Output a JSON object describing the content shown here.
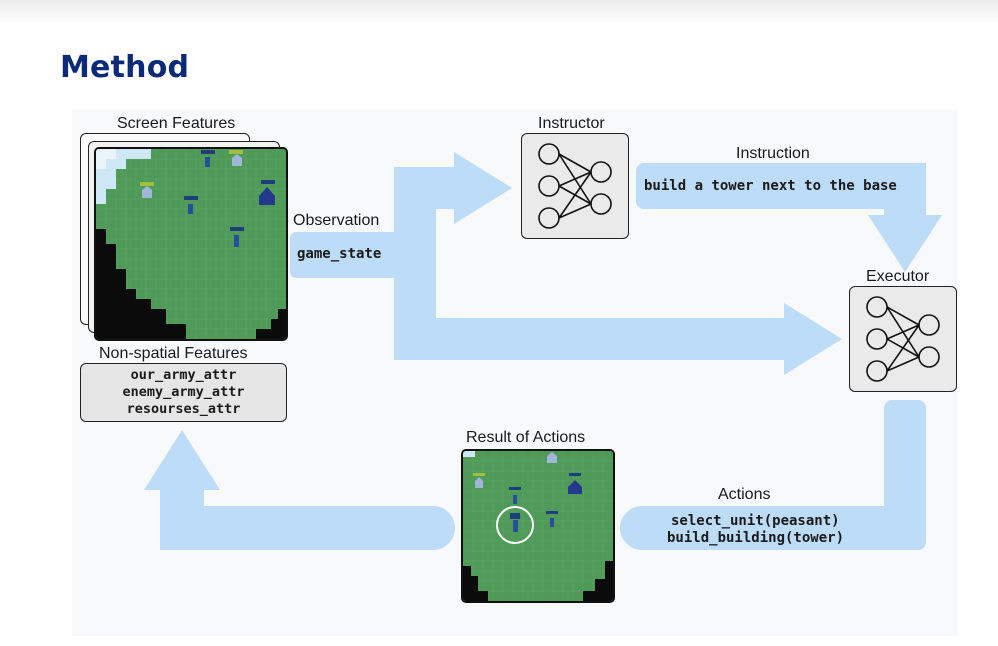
{
  "slide": {
    "title": "Method"
  },
  "labels": {
    "screen_features": "Screen Features",
    "non_spatial_features": "Non-spatial Features",
    "observation": "Observation",
    "instructor": "Instructor",
    "instruction": "Instruction",
    "executor": "Executor",
    "result_of_actions": "Result of Actions",
    "actions": "Actions"
  },
  "code": {
    "game_state": "game_state",
    "instruction_text": "build a tower next to the base",
    "non_spatial": [
      "our_army_attr",
      "enemy_army_attr",
      "resourses_attr"
    ],
    "actions": [
      "select_unit(peasant)",
      "build_building(tower)"
    ]
  },
  "colors": {
    "title": "#0d2a7a",
    "arrow": "#bcdcf7",
    "grass": "#4f9a59",
    "fog": "#0b0b0b",
    "ice": "#cfe8f6"
  },
  "icons": {
    "neural_net": "neural-network-icon",
    "selection": "selection-circle-icon"
  }
}
